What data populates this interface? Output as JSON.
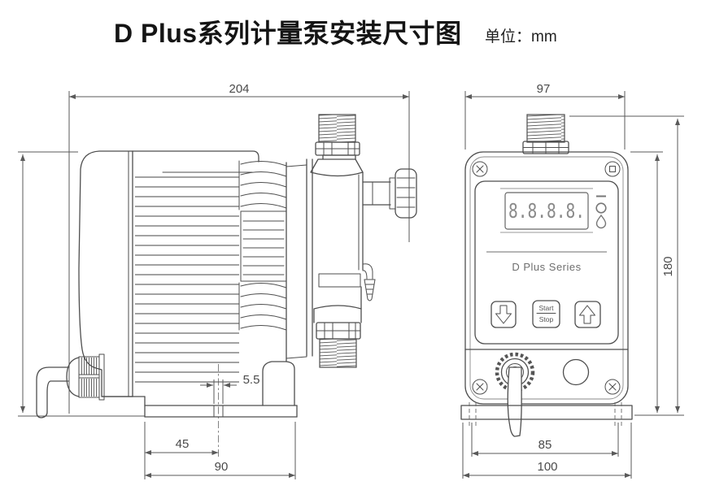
{
  "title": {
    "text": "D Plus系列计量泵安装尺寸图",
    "unit": "单位：mm"
  },
  "side_view": {
    "dim_width": "204",
    "dim_slot_width": "5.5",
    "dim_mount_hole_offset": "45",
    "dim_foot_width": "90"
  },
  "front_view": {
    "dim_width": "97",
    "dim_total_height": "180",
    "dim_mount_hole_spacing": "85",
    "dim_base_width": "100",
    "display_value": "8.8.8.8.",
    "series_label": "D Plus Series",
    "start_label": "Start",
    "stop_label": "Stop"
  },
  "colors": {
    "line": "#4e4e4e",
    "dim_line": "#5a5a5a",
    "dim_text": "#4a4a4a",
    "title_text": "#141414",
    "panel_text": "#6e6e6e",
    "background": "#ffffff"
  }
}
